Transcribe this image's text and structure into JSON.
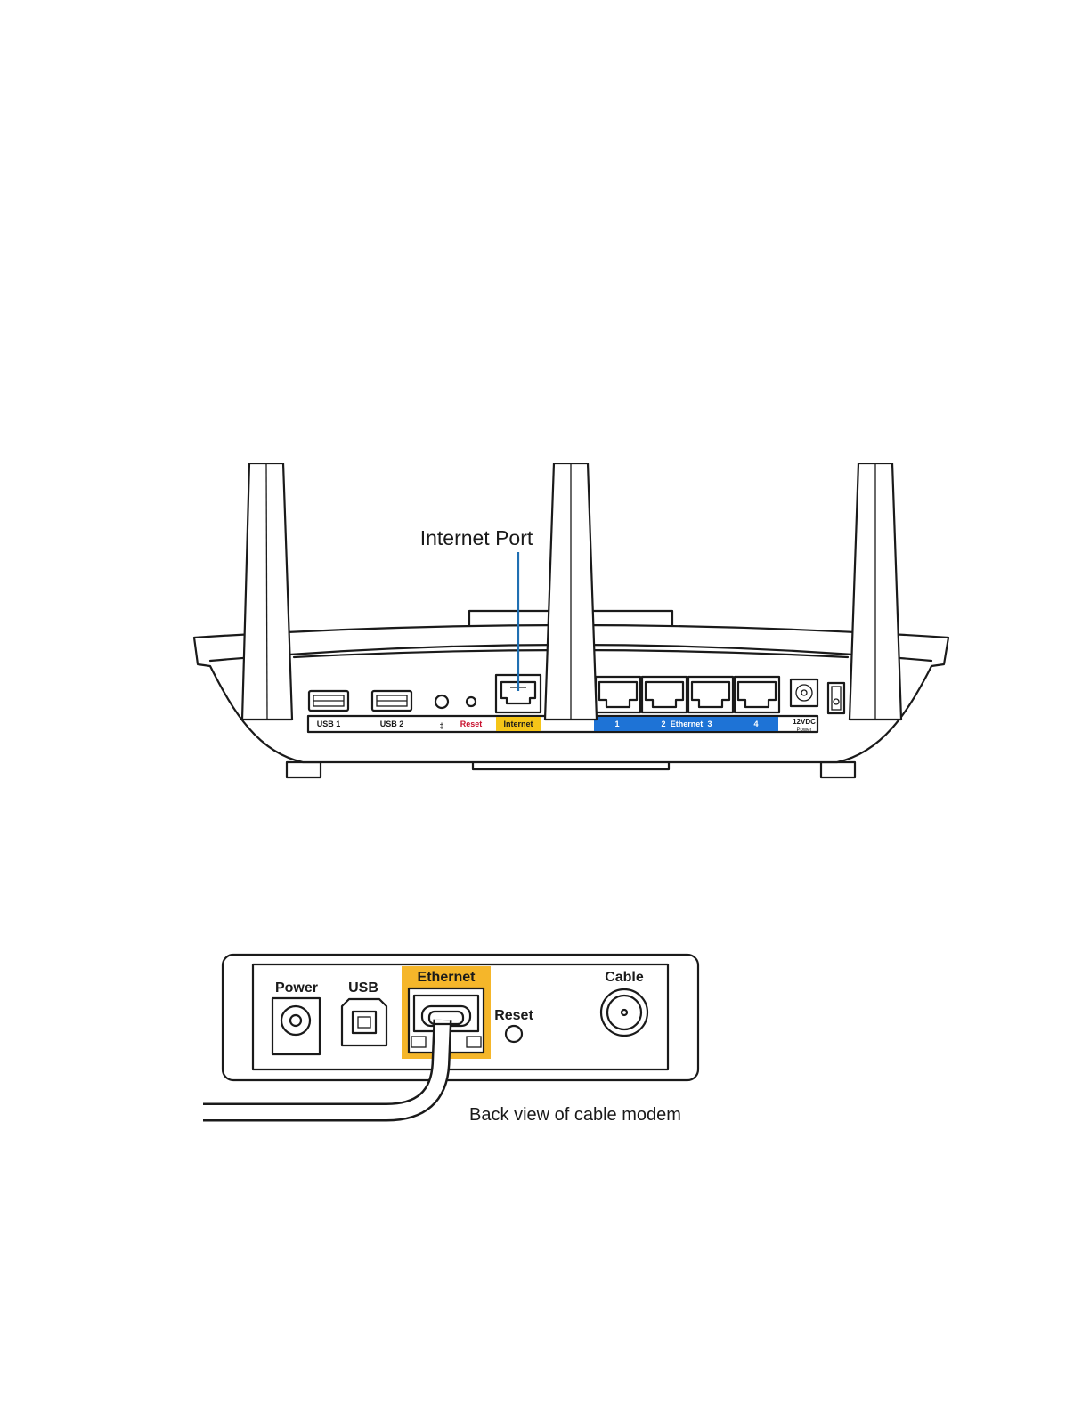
{
  "router": {
    "callout": "Internet Port",
    "labels": {
      "usb1": "USB 1",
      "usb2": "USB 2",
      "wps": "‡",
      "reset": "Reset",
      "internet": "Internet",
      "eth1": "1",
      "eth2": "2",
      "ethernet": "Ethernet",
      "eth3": "3",
      "eth4": "4",
      "power_volt": "12VDC",
      "power": "Power"
    }
  },
  "modem": {
    "labels": {
      "power": "Power",
      "usb": "USB",
      "ethernet": "Ethernet",
      "reset": "Reset",
      "cable": "Cable"
    },
    "caption": "Back view of cable modem"
  },
  "colors": {
    "callout_line": "#1f6fb2",
    "internet_label": "#f5c518",
    "ethernet_band": "#1e73d6",
    "reset_text": "#c8102e",
    "modem_highlight": "#f5b62a"
  }
}
